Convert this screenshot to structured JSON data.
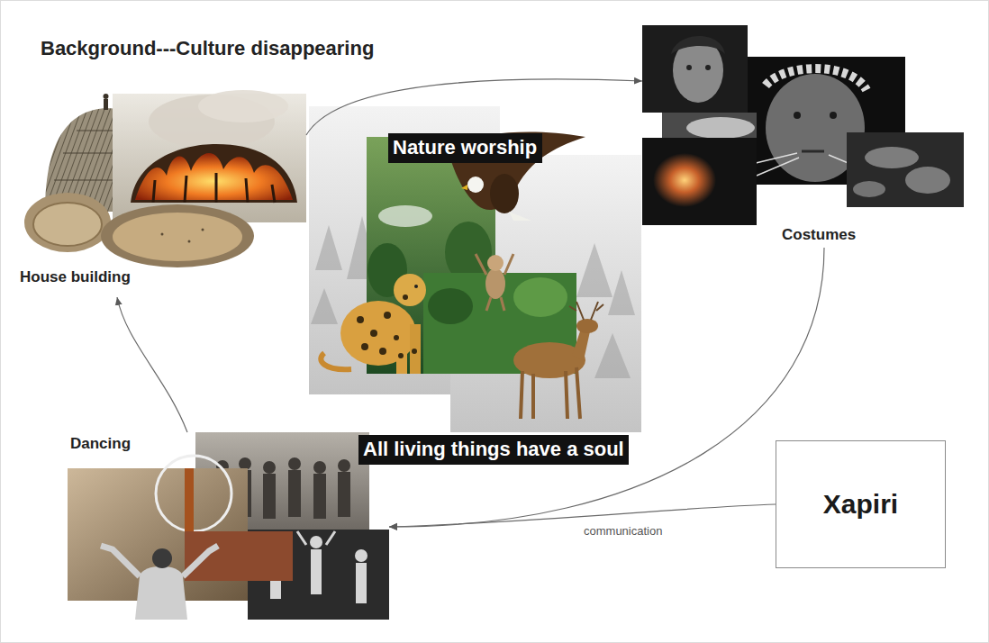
{
  "diagram": {
    "title": "Background---Culture disappearing",
    "nodes": [
      {
        "text": [
          "House building"
        ]
      },
      {
        "text": [
          "Nature worship"
        ]
      },
      {
        "text": [
          "Costumes"
        ]
      },
      {
        "text": [
          "Dancing"
        ]
      },
      {
        "text": [
          "All living things have a soul"
        ]
      },
      {
        "text": [
          "Xapiri"
        ]
      }
    ],
    "edges": [
      {
        "from": 0,
        "to": 2,
        "arrow": "to"
      },
      {
        "from": 2,
        "to": 3,
        "arrow": "to"
      },
      {
        "from": 3,
        "to": 0,
        "arrow": "to"
      },
      {
        "from": 5,
        "to": 3,
        "label": "communication",
        "arrow": "to"
      }
    ]
  }
}
